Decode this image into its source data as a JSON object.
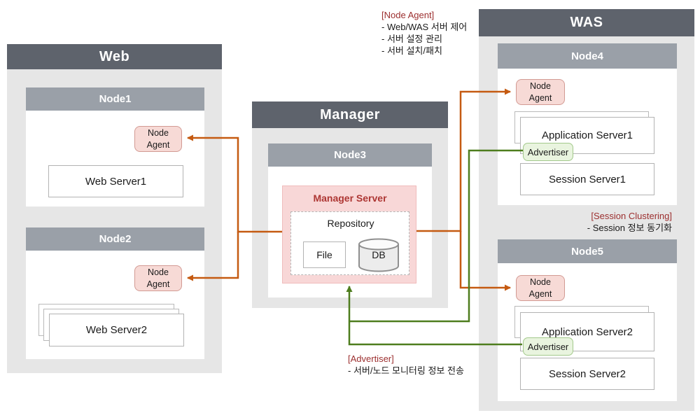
{
  "colors": {
    "zone_header_bg": "#5e636c",
    "node_header_bg": "#9aa0a8",
    "zone_bg": "#e6e6e6",
    "agent_fill": "#f7dad6",
    "agent_border": "#d29a93",
    "manager_server_fill": "#f8d7d7",
    "manager_server_title": "#ad3633",
    "advertiser_fill": "#e9f4df",
    "advertiser_border": "#a3c98b",
    "orange_arrow": "#c55a11",
    "green_arrow": "#4e7d1e",
    "annotation_title_red": "#9c2f2f"
  },
  "web": {
    "title": "Web",
    "nodes": [
      {
        "title": "Node1",
        "agent": "Node Agent",
        "server": "Web Server1"
      },
      {
        "title": "Node2",
        "agent": "Node Agent",
        "server": "Web Server2"
      }
    ]
  },
  "manager": {
    "title": "Manager",
    "node": {
      "title": "Node3",
      "server_title": "Manager Server",
      "repository_label": "Repository",
      "file_label": "File",
      "db_label": "DB"
    }
  },
  "was": {
    "title": "WAS",
    "nodes": [
      {
        "title": "Node4",
        "agent": "Node Agent",
        "app_server": "Application Server1",
        "advertiser": "Advertiser",
        "session_server": "Session Server1"
      },
      {
        "title": "Node5",
        "agent": "Node Agent",
        "app_server": "Application Server2",
        "advertiser": "Advertiser",
        "session_server": "Session Server2"
      }
    ]
  },
  "annotations": {
    "node_agent": {
      "title": "[Node Agent]",
      "lines": [
        "- Web/WAS 서버 제어",
        "- 서버 설정 관리",
        "- 서버 설치/패치"
      ]
    },
    "session_clustering": {
      "title": "[Session Clustering]",
      "lines": [
        "- Session 정보 동기화"
      ]
    },
    "advertiser": {
      "title": "[Advertiser]",
      "lines": [
        "- 서버/노드 모니터링 정보 전송"
      ]
    }
  }
}
